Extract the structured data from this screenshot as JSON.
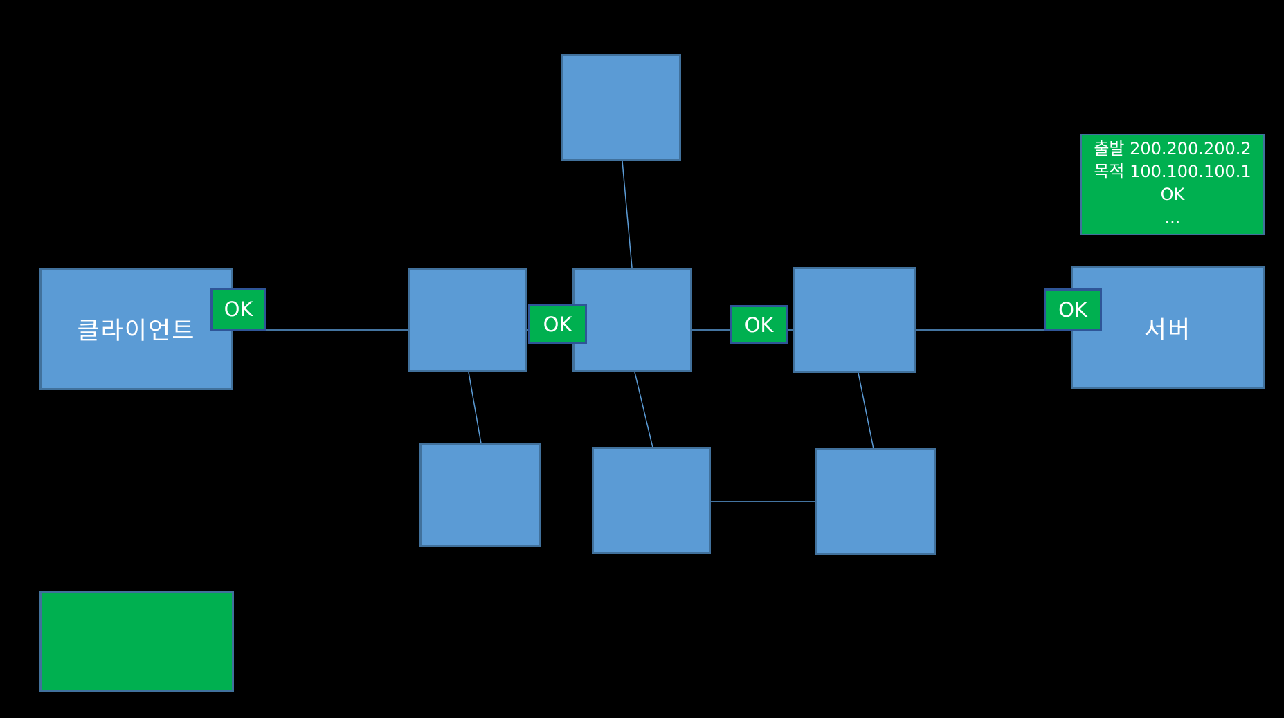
{
  "diagram": {
    "background": "#000000",
    "colors": {
      "node_fill": "#5B9BD5",
      "node_border": "#41719C",
      "green_fill": "#00B050",
      "badge_border": "#2F5597",
      "connector": "#5B9BD5",
      "text": "#FFFFFF"
    },
    "nodes": {
      "client": {
        "label": "클라이언트"
      },
      "server": {
        "label": "서버"
      },
      "top_router": {
        "label": ""
      },
      "router_left": {
        "label": ""
      },
      "router_center": {
        "label": ""
      },
      "router_right": {
        "label": ""
      },
      "bottom_router_left": {
        "label": ""
      },
      "bottom_router_center": {
        "label": ""
      },
      "bottom_router_right": {
        "label": ""
      }
    },
    "badges": {
      "client_side": {
        "label": "OK"
      },
      "between_left_center": {
        "label": "OK"
      },
      "between_center_right": {
        "label": "OK"
      },
      "server_side": {
        "label": "OK"
      }
    },
    "packet_info": {
      "lines": [
        "출발 200.200.200.2",
        "목적 100.100.100.1",
        "OK",
        "..."
      ]
    }
  }
}
